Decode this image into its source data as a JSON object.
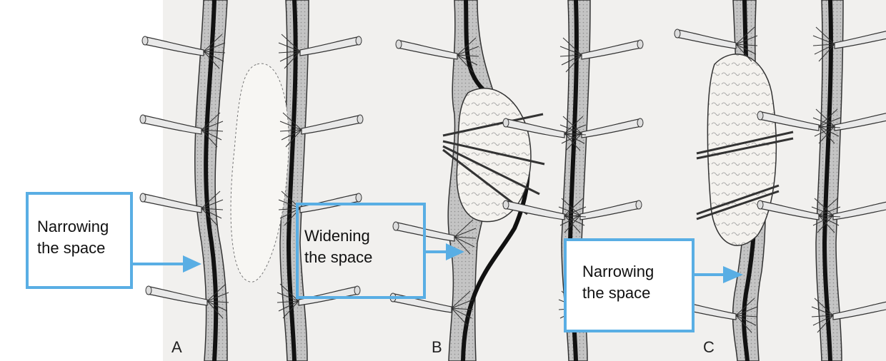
{
  "panels": [
    {
      "letter": "A"
    },
    {
      "letter": "B"
    },
    {
      "letter": "C"
    }
  ],
  "callouts": [
    {
      "line1": "Narrowing",
      "line2": "the space"
    },
    {
      "line1": "Widening",
      "line2": "the space"
    },
    {
      "line1": "Narrowing",
      "line2": "the space"
    }
  ],
  "colors": {
    "callout_border": "#59aee4",
    "arrow": "#59aee4",
    "dura_fill": "#bdbdbd",
    "cord_line": "#111111",
    "background": "#f1f0ee"
  }
}
